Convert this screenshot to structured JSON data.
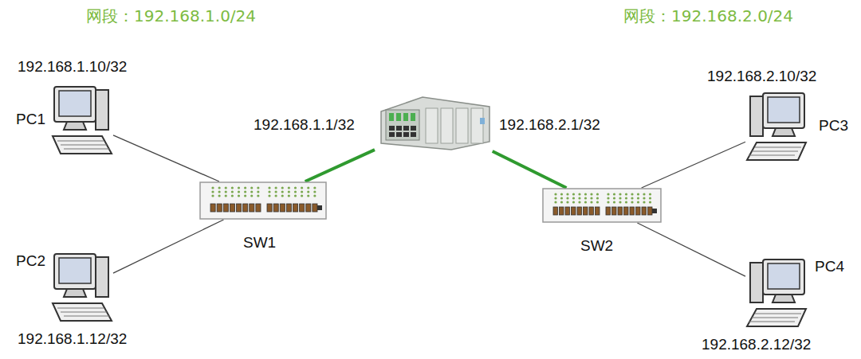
{
  "diagram": {
    "nodes": [
      {
        "text": [
          "192.168.1.10/32",
          "PC1"
        ]
      },
      {
        "text": [
          "PC2",
          "192.168.1.12/32"
        ]
      },
      {
        "text": [
          "SW1"
        ]
      },
      {
        "text": [
          "192.168.1.1/32",
          "192.168.2.1/32"
        ]
      },
      {
        "text": [
          "SW2"
        ]
      },
      {
        "text": [
          "192.168.2.10/32",
          "PC3"
        ]
      },
      {
        "text": [
          "PC4",
          "192.168.2.12/32"
        ]
      }
    ],
    "edges": [
      {
        "from": 0,
        "to": 2,
        "arrow": "none"
      },
      {
        "from": 1,
        "to": 2,
        "arrow": "none"
      },
      {
        "from": 2,
        "to": 3,
        "arrow": "none"
      },
      {
        "from": 3,
        "to": 4,
        "arrow": "none"
      },
      {
        "from": 4,
        "to": 5,
        "arrow": "none"
      },
      {
        "from": 4,
        "to": 6,
        "arrow": "none"
      }
    ],
    "labels": [
      "网段：192.168.1.0/24",
      "网段：192.168.2.0/24"
    ]
  }
}
